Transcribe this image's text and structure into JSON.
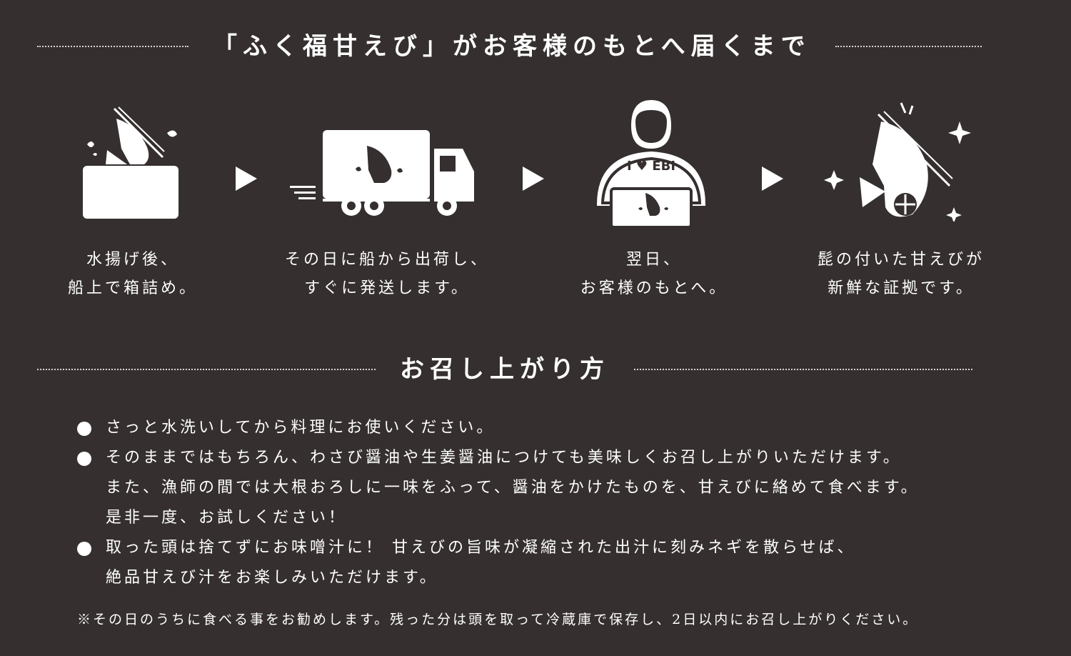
{
  "delivery": {
    "title": "「ふく福甘えび」がお客様のもとへ届くまで",
    "steps": [
      {
        "icon": "shrimp-box-icon",
        "caption_lines": [
          "水揚げ後、",
          "船上で箱詰め。"
        ]
      },
      {
        "icon": "delivery-truck-icon",
        "caption_lines": [
          "その日に船から出荷し、",
          "すぐに発送します。"
        ]
      },
      {
        "icon": "customer-with-box-icon",
        "caption_lines": [
          "翌日、",
          "お客様のもとへ。"
        ]
      },
      {
        "icon": "sparkling-shrimp-icon",
        "caption_lines": [
          "髭の付いた甘えびが",
          "新鮮な証拠です。"
        ]
      }
    ],
    "shirt_text": "I ♥ EBI"
  },
  "usage": {
    "title": "お召し上がり方",
    "items": [
      {
        "lines": [
          "さっと水洗いしてから料理にお使いください。"
        ]
      },
      {
        "lines": [
          "そのままではもちろん、わさび醤油や生姜醤油につけても美味しくお召し上がりいただけます。",
          "また、漁師の間では大根おろしに一味をふって、醤油をかけたものを、甘えびに絡めて食べます。",
          "是非一度、お試しください！"
        ]
      },
      {
        "lines": [
          "取った頭は捨てずにお味噌汁に！ 甘えびの旨味が凝縮された出汁に刻みネギを散らせば、",
          "絶品甘えび汁をお楽しみいただけます。"
        ]
      }
    ]
  },
  "footnote": "※その日のうちに食べる事をお勧めします。残った分は頭を取って冷蔵庫で保存し、2日以内にお召し上がりください。",
  "colors": {
    "background": "#352f2f",
    "foreground": "#ffffff"
  }
}
